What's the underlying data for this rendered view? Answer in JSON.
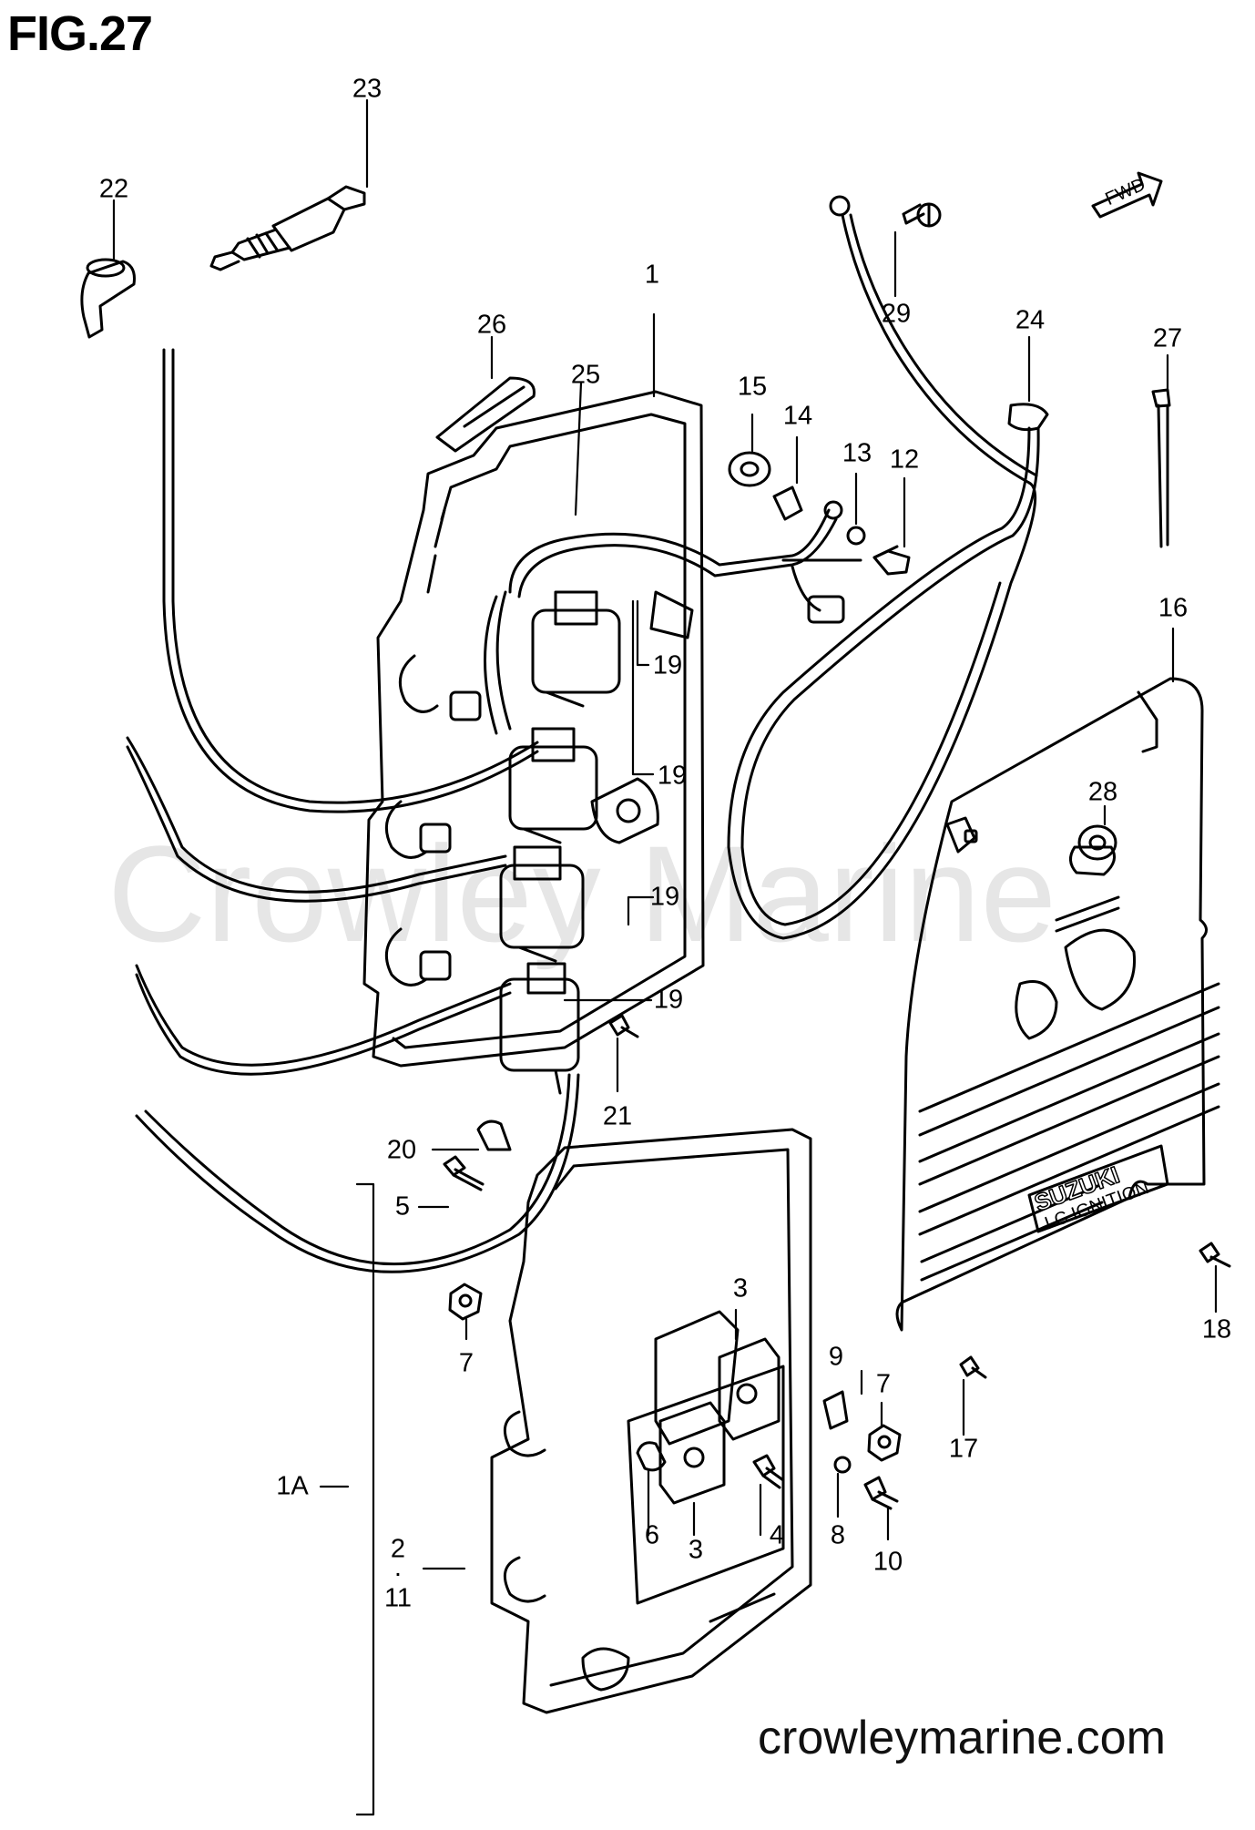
{
  "figure": {
    "title": "FIG.27"
  },
  "watermark": "Crowley Marine",
  "website": "crowleymarine.com",
  "fwd_badge": "FWD",
  "cover_text": {
    "brand": "SUZUKI",
    "subtitle": "I C IGNITION"
  },
  "part_labels": {
    "p1": "1",
    "p1a": "1A",
    "p2": "2",
    "p2_sep": "·",
    "p11": "11",
    "p3a": "3",
    "p3b": "3",
    "p4": "4",
    "p5": "5",
    "p6": "6",
    "p7a": "7",
    "p7b": "7",
    "p8": "8",
    "p9": "9",
    "p10": "10",
    "p12": "12",
    "p13": "13",
    "p14": "14",
    "p15": "15",
    "p16": "16",
    "p17": "17",
    "p18": "18",
    "p19a": "19",
    "p19b": "19",
    "p19c": "19",
    "p19d": "19",
    "p20": "20",
    "p21": "21",
    "p22": "22",
    "p23": "23",
    "p24": "24",
    "p25": "25",
    "p26": "26",
    "p27": "27",
    "p28": "28",
    "p29": "29"
  }
}
